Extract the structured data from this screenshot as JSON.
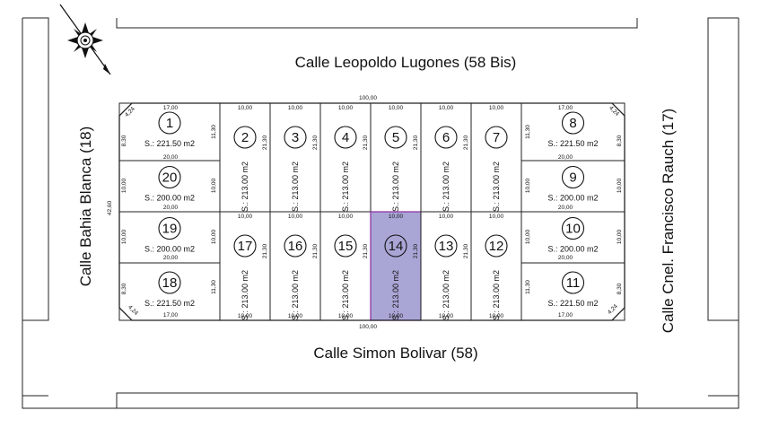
{
  "streets": {
    "north": "Calle Leopoldo Lugones (58 Bis)",
    "south": "Calle Simon Bolivar (58)",
    "west": "Calle Bahia Blanca (18)",
    "east": "Calle Cnel. Francisco Rauch (17)"
  },
  "dimensions": {
    "block_width": "100,00",
    "block_depth": "42,60",
    "chamfer": "4,24",
    "corner_front": "17,00",
    "lot_front": "10,00",
    "lot_depth": "21,30",
    "side_lot_width": "20,00",
    "side_lot_depth_corner": "8,30",
    "side_lot_depth_mid": "10,00",
    "corner_side": "11,30"
  },
  "lots": [
    {
      "number": "1",
      "area": "S.: 221.50 m2"
    },
    {
      "number": "2",
      "area": "S.: 213.00 m2"
    },
    {
      "number": "3",
      "area": "S.: 213.00 m2"
    },
    {
      "number": "4",
      "area": "S.: 213.00 m2"
    },
    {
      "number": "5",
      "area": "S.: 213.00 m2"
    },
    {
      "number": "6",
      "area": "S.: 213.00 m2"
    },
    {
      "number": "7",
      "area": "S.: 213.00 m2"
    },
    {
      "number": "8",
      "area": "S.: 221.50 m2"
    },
    {
      "number": "9",
      "area": "S.: 200.00 m2"
    },
    {
      "number": "10",
      "area": "S.: 200.00 m2"
    },
    {
      "number": "11",
      "area": "S.: 221.50 m2"
    },
    {
      "number": "12",
      "area": "S.: 213.00 m2"
    },
    {
      "number": "13",
      "area": "S.: 213.00 m2"
    },
    {
      "number": "14",
      "area": "S.: 213.00 m2",
      "selected": true
    },
    {
      "number": "15",
      "area": "S.: 213.00 m2"
    },
    {
      "number": "16",
      "area": "S.: 213.00 m2"
    },
    {
      "number": "17",
      "area": "S.: 213.00 m2"
    },
    {
      "number": "18",
      "area": "S.: 221.50 m2"
    },
    {
      "number": "19",
      "area": "S.: 200.00 m2"
    },
    {
      "number": "20",
      "area": "S.: 200.00 m2"
    }
  ],
  "colors": {
    "selected_fill": "#a9a6d6",
    "selected_stroke": "#8a2b9e",
    "line": "#222222"
  },
  "icons": {
    "compass": "compass-rose-icon"
  }
}
